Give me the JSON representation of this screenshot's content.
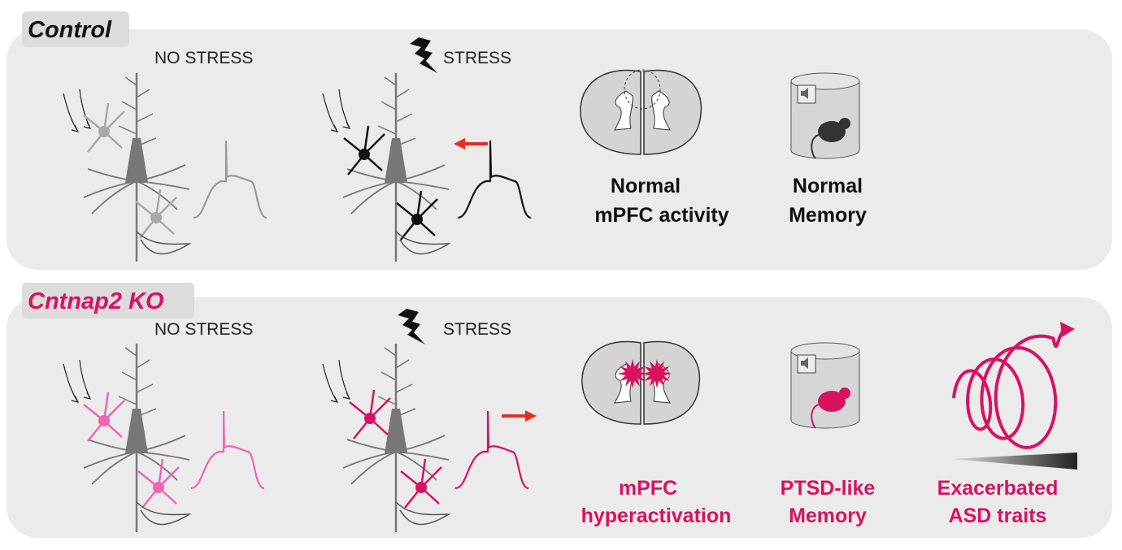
{
  "panels": {
    "control": {
      "title": "Control",
      "no_stress_label": "NO STRESS",
      "stress_label": "STRESS",
      "brain_outcome": [
        "Normal",
        "mPFC activity"
      ],
      "memory_outcome": [
        "Normal",
        "Memory"
      ]
    },
    "ko": {
      "title": "Cntnap2 KO",
      "no_stress_label": "NO STRESS",
      "stress_label": "STRESS",
      "brain_outcome": [
        "mPFC",
        "hyperactivation"
      ],
      "memory_outcome": [
        "PTSD-like",
        "Memory"
      ],
      "asd_outcome": [
        "Exacerbated",
        "ASD traits"
      ]
    }
  },
  "colors": {
    "panel_bg": "#ebebeb",
    "tab_bg": "#dcdcdc",
    "magenta": "#d8125e",
    "pink": "#f064b4",
    "red_arrow": "#ee2a24",
    "gray_neuron": "#777777",
    "light_gray": "#a8a8a8",
    "black": "#111111"
  },
  "icons": [
    "lightning-bolt-icon",
    "speaker-icon",
    "mouse-icon",
    "brain-section-icon",
    "spiral-arrow-icon",
    "gradient-wedge-icon"
  ]
}
